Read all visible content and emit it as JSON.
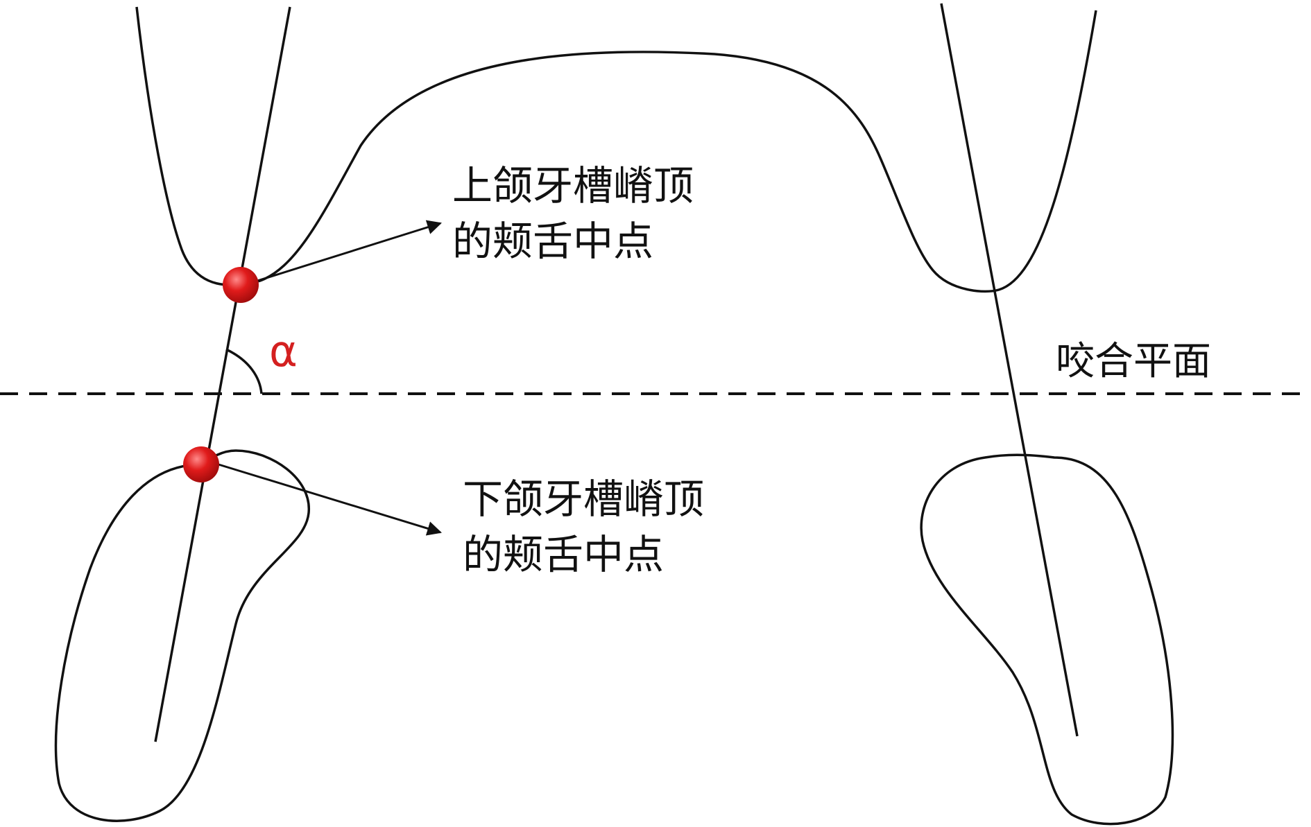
{
  "labels": {
    "upper_point_line1": "上颌牙槽嵴顶",
    "upper_point_line2": "的颊舌中点",
    "lower_point_line1": "下颌牙槽嵴顶",
    "lower_point_line2": "的颊舌中点",
    "occlusal_plane": "咬合平面",
    "angle_symbol": "α"
  },
  "colors": {
    "line": "#111111",
    "marker": "#e01b1b",
    "angle_label": "#d42020",
    "background": "#ffffff"
  }
}
